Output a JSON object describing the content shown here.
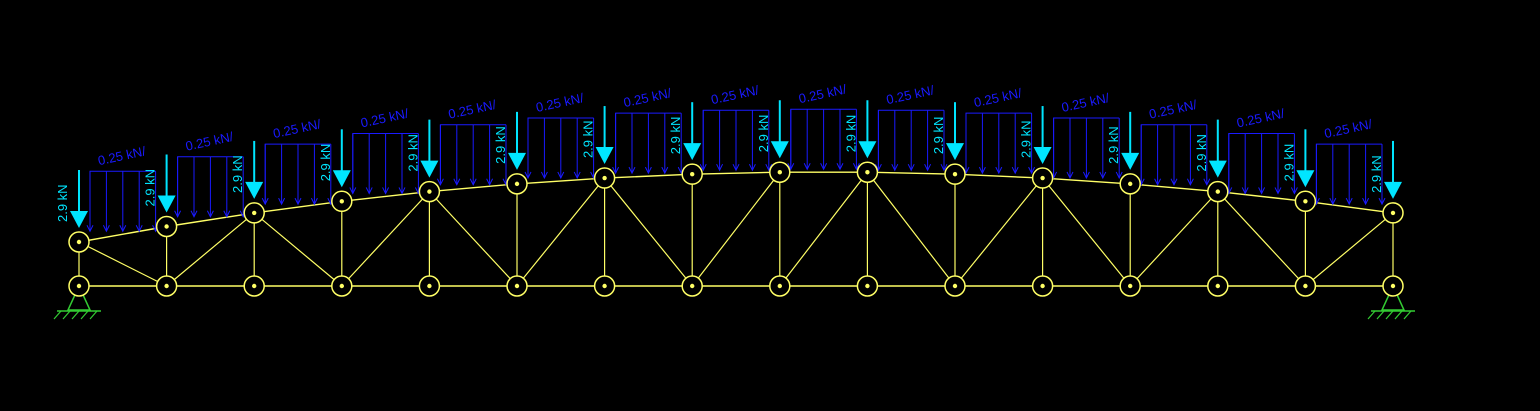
{
  "diagram": {
    "colors": {
      "background": "#000000",
      "members": "#ffff66",
      "nodes": "#ffff66",
      "point_load": "#00e5ff",
      "distributed_load": "#1a1aff",
      "supports": "#33cc33"
    },
    "point_load_label": "2.9 kN",
    "distributed_load_label": "0.25 kN/",
    "supports": [
      "pin",
      "pin"
    ]
  }
}
